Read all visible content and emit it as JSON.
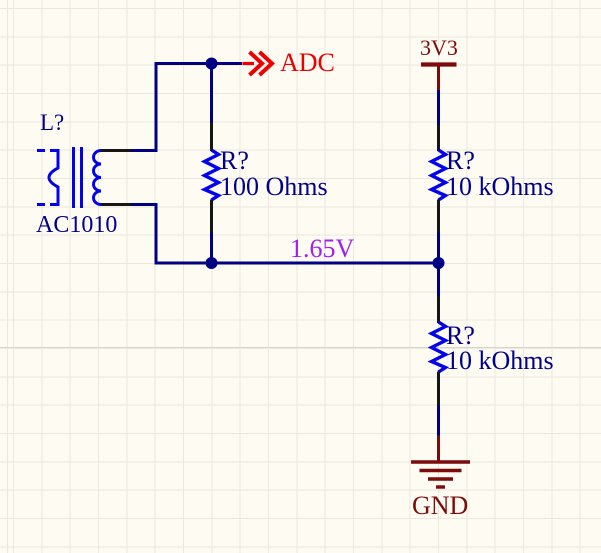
{
  "colors": {
    "wire": "#000083",
    "component": "#0202EE",
    "power": "#7D0B0B",
    "port": "#EE0000",
    "net_label": "#A020F0",
    "text": "#00008B",
    "background": "#FDFBF2"
  },
  "schematic": {
    "inductor": {
      "designator": "L?",
      "part_number": "AC1010"
    },
    "sense_resistor": {
      "designator": "R?",
      "value": "100 Ohms"
    },
    "divider_top_resistor": {
      "designator": "R?",
      "value": "10 kOhms"
    },
    "divider_bottom_resistor": {
      "designator": "R?",
      "value": "10 kOhms"
    },
    "adc_port": {
      "label": "ADC"
    },
    "power_rail": {
      "label": "3V3"
    },
    "net_label": {
      "label": "1.65V"
    },
    "ground": {
      "label": "GND"
    }
  }
}
